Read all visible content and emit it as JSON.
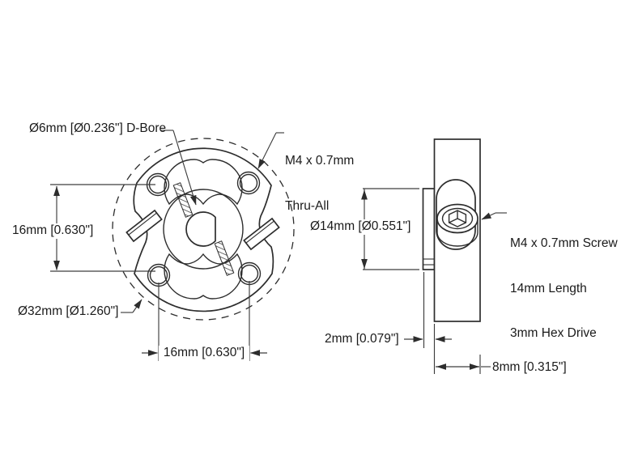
{
  "drawing": {
    "background": "#ffffff",
    "line_color": "#2d2d2d",
    "text_color": "#1a1a1a",
    "front_view": {
      "d_bore_label": "Ø6mm [Ø0.236\"] D-Bore",
      "thread_label_line1": "M4 x 0.7mm",
      "thread_label_line2": "Thru-All",
      "hole_spacing_vertical": "16mm [0.630\"]",
      "hole_spacing_horizontal": "16mm [0.630\"]",
      "outer_diameter": "Ø32mm [Ø1.260\"]"
    },
    "side_view": {
      "boss_diameter": "Ø14mm [Ø0.551\"]",
      "flange_thickness": "2mm [0.079\"]",
      "overall_width": "8mm [0.315\"]",
      "screw_label_line1": "M4 x 0.7mm Screw",
      "screw_label_line2": "14mm Length",
      "screw_label_line3": "3mm Hex Drive"
    }
  }
}
